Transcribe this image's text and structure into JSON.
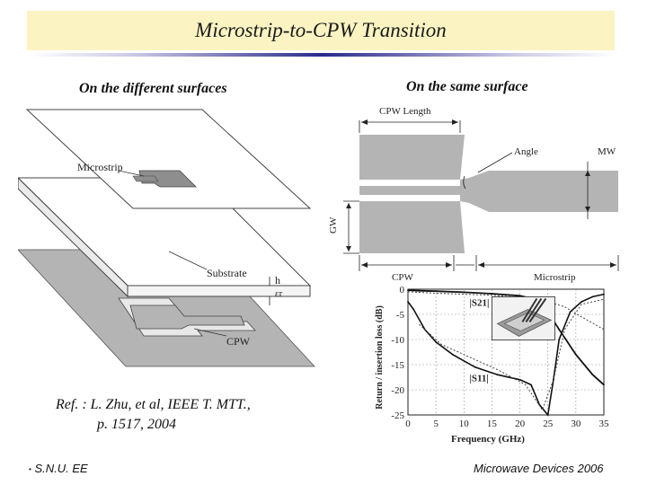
{
  "slide": {
    "title": "Microstrip-to-CPW Transition",
    "left_caption": "On the different surfaces",
    "right_caption": "On the same surface",
    "reference_line1": "Ref. : L. Zhu, et al, IEEE T. MTT.,",
    "reference_line2": "p. 1517, 2004",
    "footer_left": "S.N.U. EE",
    "footer_right": "Microwave Devices 2006"
  },
  "left_figure": {
    "microstrip_label": "Microstrip",
    "substrate_label": "Substrate",
    "height_label": "h",
    "eps_label": "εr",
    "cpw_label": "CPW"
  },
  "top_right_figure": {
    "cpw_length_label": "CPW Length",
    "angle_label": "Angle",
    "mw_label": "MW",
    "gw_label": "GW",
    "cpw_label": "CPW",
    "microstrip_label": "Microstrip"
  },
  "chart_data": {
    "type": "line",
    "xlabel": "Frequency  (GHz)",
    "ylabel": "Return / insertion loss  (dB)",
    "xlim": [
      0,
      35
    ],
    "ylim": [
      -25,
      0
    ],
    "xticks": [
      "0",
      "5",
      "10",
      "15",
      "20",
      "25",
      "30",
      "35"
    ],
    "yticks": [
      "0",
      "-5",
      "-10",
      "-15",
      "-20",
      "-25"
    ],
    "annotations": [
      "|S21|",
      "|S11|"
    ],
    "series": [
      {
        "name": "|S21|",
        "x": [
          0,
          2,
          5,
          10,
          15,
          20,
          22,
          25,
          27,
          30,
          33,
          35
        ],
        "y": [
          -0.2,
          -0.3,
          -0.4,
          -0.6,
          -0.9,
          -1.3,
          -1.8,
          -4.5,
          -8,
          -13,
          -17,
          -19
        ]
      },
      {
        "name": "|S11|",
        "x": [
          0,
          1,
          3,
          5,
          8,
          12,
          16,
          20,
          22,
          23.5,
          25,
          26,
          27,
          29,
          31,
          33,
          35
        ],
        "y": [
          -2.5,
          -4,
          -8,
          -10.5,
          -13,
          -15.5,
          -17,
          -18,
          -19,
          -23,
          -25,
          -18,
          -10,
          -4.5,
          -2.5,
          -1.5,
          -1
        ]
      }
    ]
  },
  "colors": {
    "title_band": "#fbf4c2",
    "title_rule": "#2a2a8a",
    "metal_gray": "#b4b4b4",
    "strip_dark": "#8e8e8e"
  }
}
